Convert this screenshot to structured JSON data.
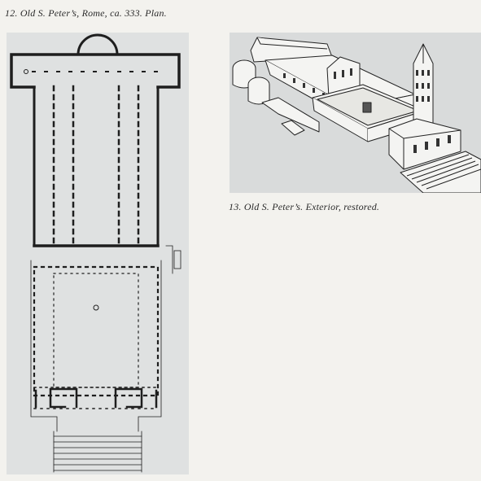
{
  "figures": [
    {
      "number": "12.",
      "caption": "Old S. Peter’s, Rome, ca. 333. Plan."
    },
    {
      "number": "13.",
      "caption": "Old S. Peter’s. Exterior, restored."
    }
  ],
  "colors": {
    "page": "#f3f2ee",
    "plate": "#dfe1e1",
    "ink": "#1e1e1e"
  }
}
